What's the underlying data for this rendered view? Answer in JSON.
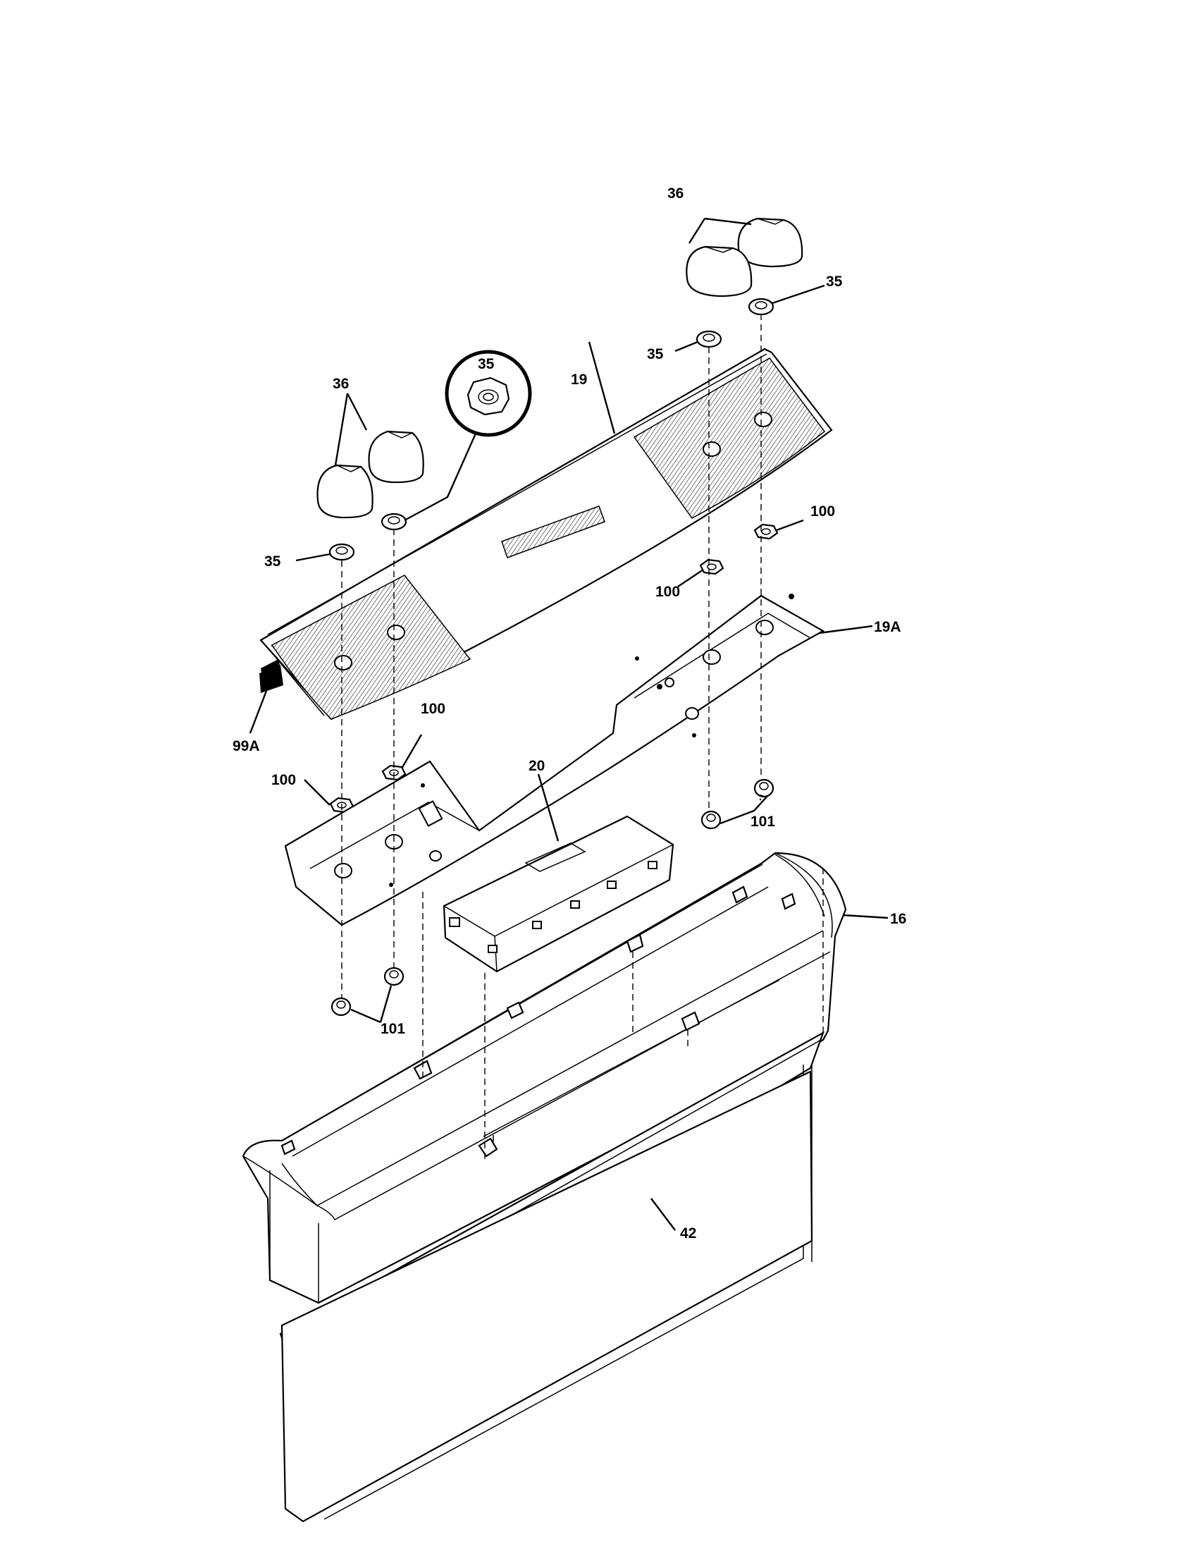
{
  "diagram": {
    "callouts": {
      "knob_left": "36",
      "knob_right": "36",
      "nut_right_upper": "35",
      "nut_right_mid": "35",
      "nut_inset": "35",
      "nut_left": "35",
      "panel_top": "19",
      "panel_sub": "19A",
      "nut100_right_upper": "100",
      "nut100_right_mid": "100",
      "nut100_left_upper": "100",
      "nut100_left_lower": "100",
      "nut101_right": "101",
      "nut101_left": "101",
      "wire": "99A",
      "control_board": "20",
      "housing": "16",
      "vent_trim": "42"
    }
  }
}
